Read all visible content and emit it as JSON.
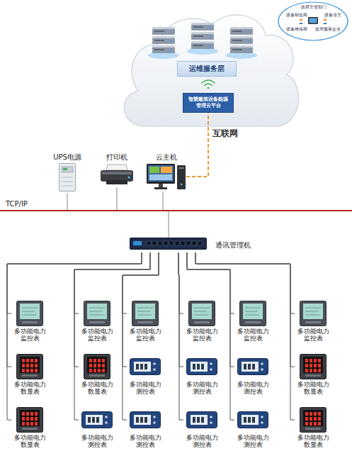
{
  "diagram": {
    "nodes": [
      {
        "text": [
          "运维服务层"
        ]
      },
      {
        "text": [
          "智慧建筑设备能源管理云平台"
        ]
      },
      {
        "text": [
          "设备制造商",
          "政府主管部门",
          "设备业主",
          "设备维保商",
          "技术服务企业"
        ]
      },
      {
        "text": [
          "UPS电源"
        ]
      },
      {
        "text": [
          "打印机"
        ]
      },
      {
        "text": [
          "云主机"
        ]
      },
      {
        "text": [
          "通讯管理机"
        ]
      },
      {
        "text": [
          "多功能电力监控表"
        ]
      },
      {
        "text": [
          "多功能电力监控表"
        ]
      },
      {
        "text": [
          "多功能电力监控表"
        ]
      },
      {
        "text": [
          "多功能电力监控表"
        ]
      },
      {
        "text": [
          "多功能电力监控表"
        ]
      },
      {
        "text": [
          "多功能电力监控表"
        ]
      },
      {
        "text": [
          "多功能电力数显表"
        ]
      },
      {
        "text": [
          "多功能电力数显表"
        ]
      },
      {
        "text": [
          "多功能电力测控表"
        ]
      },
      {
        "text": [
          "多功能电力测控表"
        ]
      },
      {
        "text": [
          "多功能电力测控表"
        ]
      },
      {
        "text": [
          "多功能电力数显表"
        ]
      },
      {
        "text": [
          "多功能电力数显表"
        ]
      },
      {
        "text": [
          "多功能电力测控表"
        ]
      },
      {
        "text": [
          "多功能电力测控表"
        ]
      },
      {
        "text": [
          "多功能电力测控表"
        ]
      },
      {
        "text": [
          "多功能电力测控表"
        ]
      },
      {
        "text": [
          "多功能电力数显表"
        ]
      }
    ],
    "edges": [
      {
        "from": 5,
        "to": 1,
        "arrow": "none",
        "label": "互联网"
      },
      {
        "from": 6,
        "to": 7,
        "arrow": "none"
      },
      {
        "from": 6,
        "to": 8,
        "arrow": "none"
      },
      {
        "from": 6,
        "to": 9,
        "arrow": "none"
      },
      {
        "from": 6,
        "to": 10,
        "arrow": "none"
      },
      {
        "from": 6,
        "to": 11,
        "arrow": "none"
      },
      {
        "from": 6,
        "to": 12,
        "arrow": "none"
      },
      {
        "from": 6,
        "to": 13,
        "arrow": "none"
      },
      {
        "from": 6,
        "to": 14,
        "arrow": "none"
      },
      {
        "from": 6,
        "to": 15,
        "arrow": "none"
      },
      {
        "from": 6,
        "to": 16,
        "arrow": "none"
      },
      {
        "from": 6,
        "to": 17,
        "arrow": "none"
      },
      {
        "from": 6,
        "to": 18,
        "arrow": "none"
      },
      {
        "from": 6,
        "to": 19,
        "arrow": "none"
      },
      {
        "from": 6,
        "to": 20,
        "arrow": "none"
      },
      {
        "from": 6,
        "to": 21,
        "arrow": "none"
      },
      {
        "from": 6,
        "to": 22,
        "arrow": "none"
      },
      {
        "from": 6,
        "to": 23,
        "arrow": "none"
      },
      {
        "from": 6,
        "to": 24,
        "arrow": "none"
      }
    ],
    "labels": [
      "TCP/IP"
    ]
  }
}
